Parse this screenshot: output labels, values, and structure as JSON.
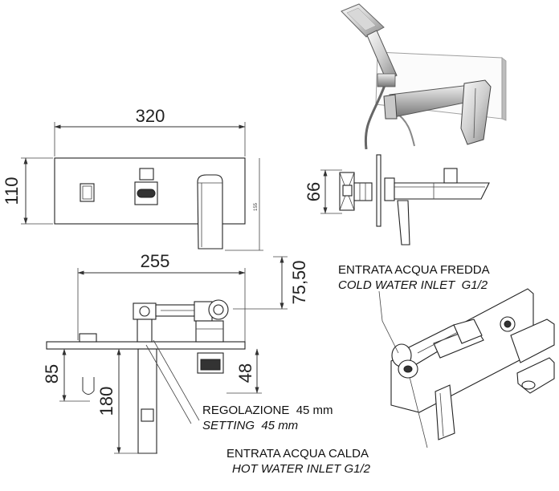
{
  "dimensions": {
    "front_width": "320",
    "front_height": "110",
    "front_small": "155",
    "side_height": "66",
    "top_width": "255",
    "top_offset": "75,50",
    "top_hook": "85",
    "top_spout": "180",
    "top_lever": "48"
  },
  "labels": {
    "cold_it": "ENTRATA ACQUA FREDDA",
    "cold_en": "COLD WATER INLET  G1/2",
    "setting_it": "REGOLAZIONE  45 mm",
    "setting_en": "SETTING  45 mm",
    "hot_it": "ENTRATA ACQUA CALDA",
    "hot_en": "HOT WATER INLET G1/2"
  },
  "colors": {
    "line": "#333333",
    "chrome_light": "#e6e6e6",
    "chrome_dark": "#555555"
  }
}
